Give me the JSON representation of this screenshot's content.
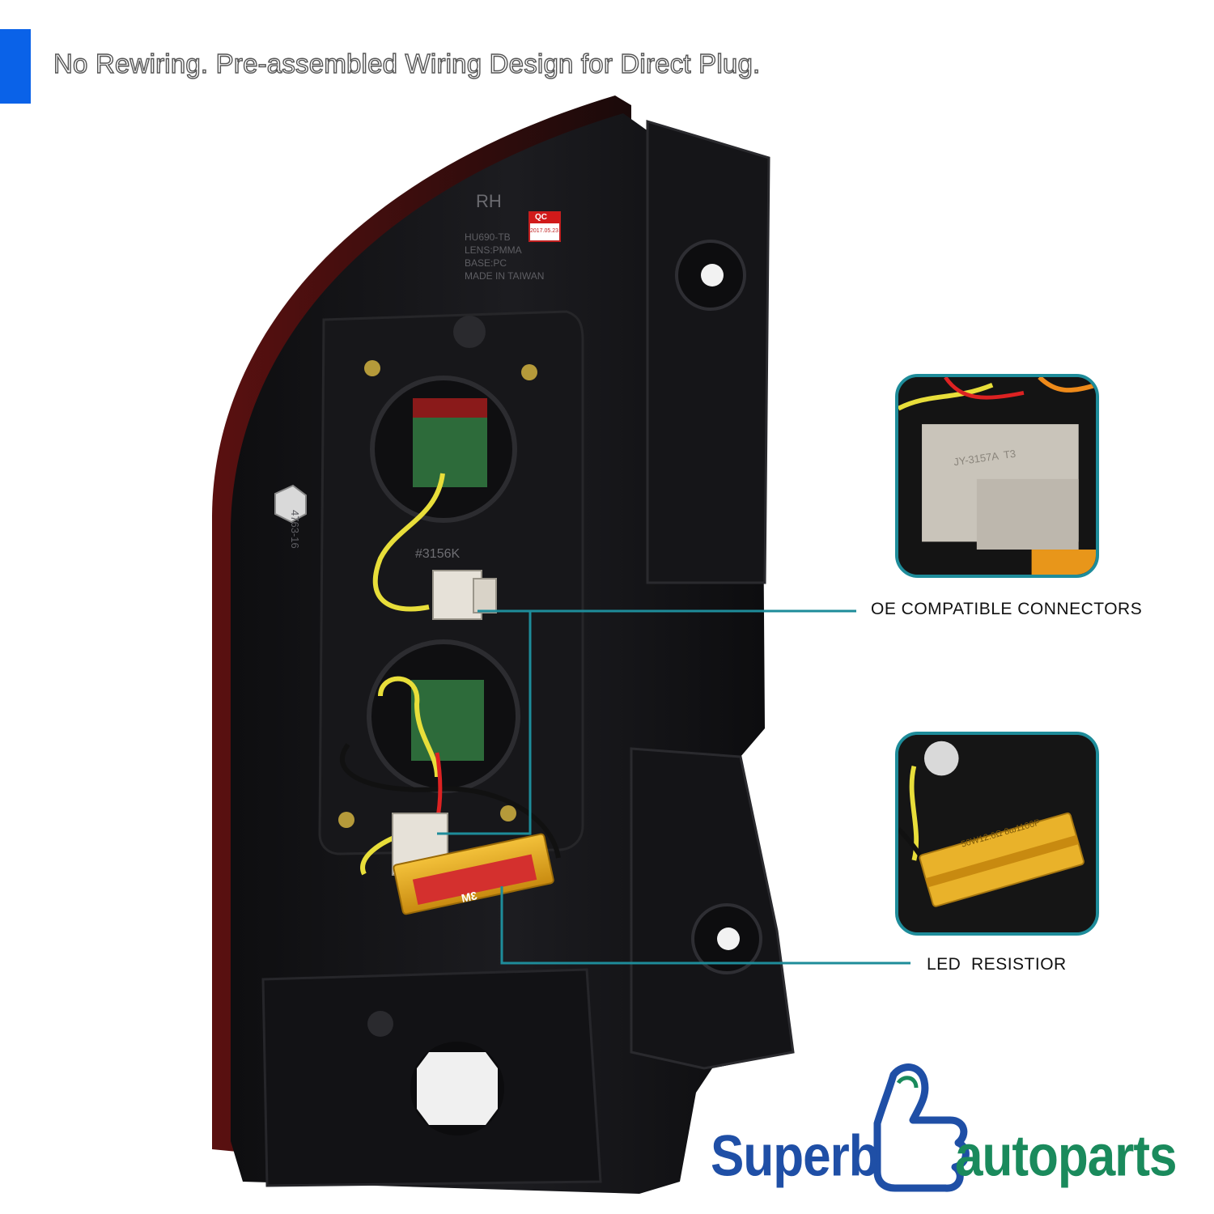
{
  "headline": "No Rewiring. Pre-assembled Wiring Design for Direct Plug.",
  "lamp": {
    "side_mark": "RH",
    "qc_label": "QC",
    "qc_date": "2017.05.23",
    "molded_text": [
      "HU690-TB",
      "LENS:PMMA",
      "BASE:PC",
      "MADE IN TAIWAN"
    ],
    "side_code": "4763-16",
    "bulb_code": "#3156K",
    "resistor_mark": "3M"
  },
  "callouts": {
    "connectors": {
      "label": "OE COMPATIBLE CONNECTORS",
      "part_text": "JY-3157A  T3"
    },
    "resistor": {
      "label": "LED  RESISTIOR",
      "part_text": "50W12.6Ω 8ω1100P"
    }
  },
  "brand": {
    "word1": "Superb",
    "word2": "autoparts"
  },
  "colors": {
    "accent": "#0a62e8",
    "callout_line": "#1e8c9a",
    "brand_blue": "#1f4fa6",
    "brand_green": "#1a8a5c"
  }
}
